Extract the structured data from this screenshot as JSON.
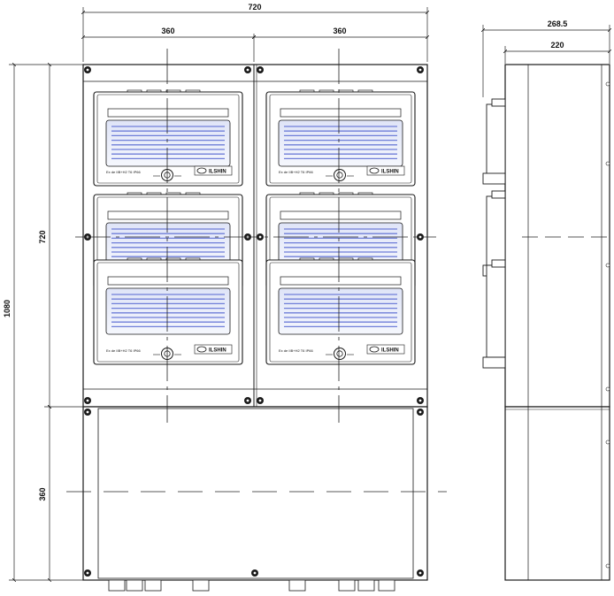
{
  "dimensions": {
    "total_width": "720",
    "left_module_width": "360",
    "right_module_width": "360",
    "side_total_depth": "268.5",
    "side_body_depth": "220",
    "total_height": "1080",
    "upper_height": "720",
    "lower_height": "360"
  },
  "module_label": {
    "marking": "Ex de IIB+H2 T6 IP66",
    "brand": "ILSHIN"
  },
  "colors": {
    "line": "#1a1a1a",
    "window": "#6f7ed8",
    "window_light": "#eef1fb"
  },
  "icons": {
    "bolt": "corner-bolt-icon",
    "lock": "knob-lock-icon",
    "logo": "brand-logo-icon"
  }
}
